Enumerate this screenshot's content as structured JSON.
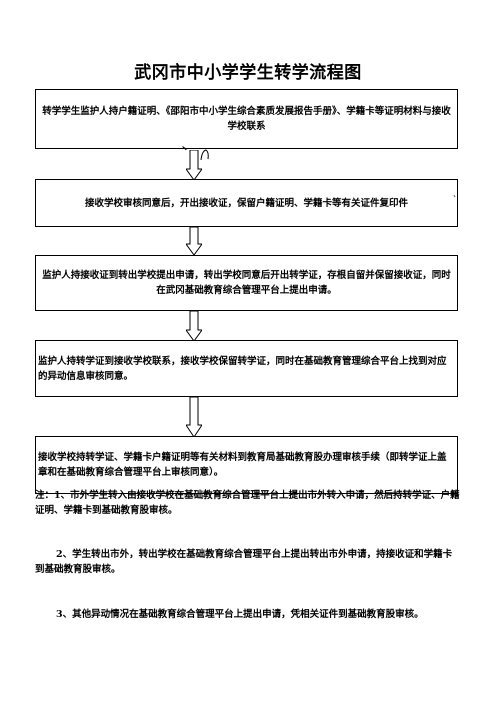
{
  "title": "武冈市中小学学生转学流程图",
  "steps": [
    "转学学生监护人持户籍证明、《邵阳市中小学生综合素质发展报告手册》、学籍卡等证明材料与接收学校联系",
    "接收学校审核同意后，开出接收证，保留户籍证明、学籍卡等有关证件复印件",
    "监护人持接收证到转出学校提出申请，转出学校同意后开出转学证，存根自留并保留接收证，同时在武冈基础教育综合管理平台上提出申请。",
    "监护人持转学证到接收学校联系，接收学校保留转学证，同时在基础教育管理综合平台上找到对应的异动信息审核同意。",
    "接收学校持转学证、学籍卡户籍证明等有关材料到教育局基础教育股办理审核手续（即转学证上盖章和在基础教育综合管理平台上审核同意）。"
  ],
  "notes": [
    "注：1、市外学生转入由接收学校在基础教育综合管理平台上提出市外转入申请，然后持转学证、户籍证明、学籍卡到基础教育股审核。",
    "2、学生转出市外，转出学校在基础教育综合管理平台上提出转出市外申请，持接收证和学籍卡到基础教育股审核。",
    "3、其他异动情况在基础教育综合管理平台上提出申请，凭相关证件到基础教育股审核。"
  ],
  "marks": {
    "tick_left": "丶",
    "tick_right": "ˎ"
  }
}
